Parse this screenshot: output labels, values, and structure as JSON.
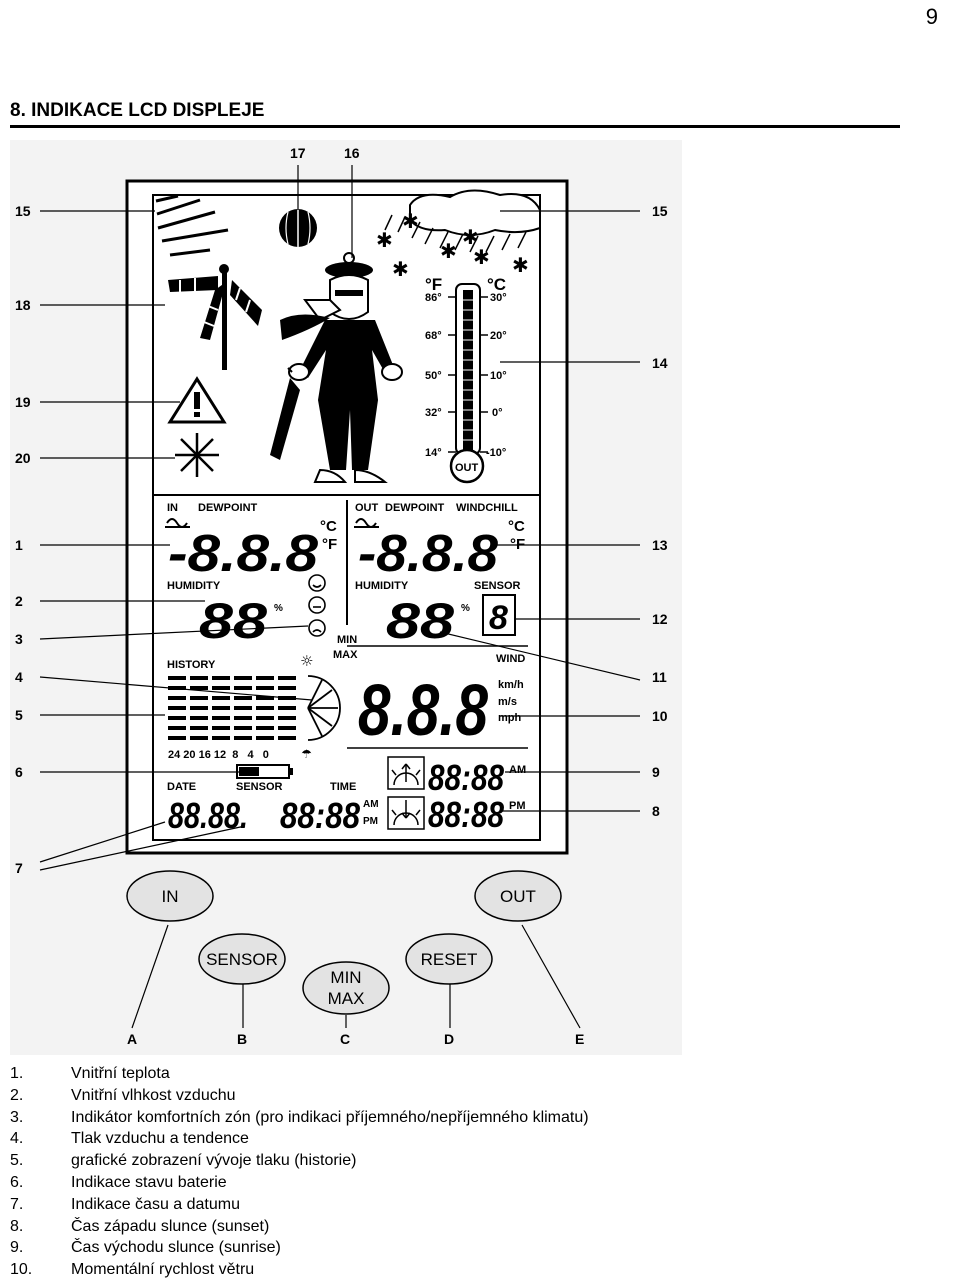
{
  "page_number": "9",
  "heading": "8. INDIKACE LCD DISPLEJE",
  "callouts": {
    "c1": "1",
    "c2": "2",
    "c3": "3",
    "c4": "4",
    "c5": "5",
    "c6": "6",
    "c7": "7",
    "c8": "8",
    "c9": "9",
    "c10": "10",
    "c11": "11",
    "c12": "12",
    "c13": "13",
    "c14": "14",
    "c15a": "15",
    "c15b": "15",
    "c16": "16",
    "c17": "17",
    "c18": "18",
    "c19": "19",
    "c20": "20",
    "cA": "A",
    "cB": "B",
    "cC": "C",
    "cD": "D",
    "cE": "E"
  },
  "lcd": {
    "thermo_f": "°F",
    "thermo_c": "°C",
    "f86": "86°",
    "f68": "68°",
    "f50": "50°",
    "f32": "32°",
    "f14": "14°",
    "c30": "30°",
    "c20": "20°",
    "c10": "10°",
    "c0": "0°",
    "cm10": "-10°",
    "thermo_out": "OUT",
    "in_label": "IN",
    "dewpoint": "DEWPOINT",
    "out_label": "OUT",
    "out_dewpoint": "DEWPOINT",
    "windchill": "WINDCHILL",
    "indoor_temp": "-8.8.8",
    "outdoor_temp": "-8.8.8",
    "unit_c": "°C",
    "unit_f": "°F",
    "unit_c2": "°C",
    "unit_f2": "°F",
    "humidity": "HUMIDITY",
    "humidity2": "HUMIDITY",
    "sensor_label": "SENSOR",
    "indoor_hum": "88",
    "outdoor_hum": "88",
    "pct": "%",
    "pct2": "%",
    "sensor_digit": "8",
    "min": "MIN",
    "max": "MAX",
    "history": "HISTORY",
    "wind": "WIND",
    "wind_speed": "8.8.8",
    "kmh": "km/h",
    "ms": "m/s",
    "mph": "mph",
    "hist_axis": "24 20 16 12  8   4   0",
    "date": "DATE",
    "sensor2": "SENSOR",
    "time": "TIME",
    "date_val": "88.88.",
    "time_val": "88:88",
    "am": "AM",
    "pm": "PM",
    "sunrise_val": "88:88",
    "sunset_val": "88:88",
    "am2": "AM",
    "pm2": "PM"
  },
  "buttons": {
    "in": "IN",
    "sensor": "SENSOR",
    "min": "MIN",
    "max": "MAX",
    "reset": "RESET",
    "out": "OUT"
  },
  "legend": [
    {
      "num": "1.",
      "text": "Vnitřní teplota"
    },
    {
      "num": "2.",
      "text": "Vnitřní vlhkost vzduchu"
    },
    {
      "num": "3.",
      "text": "Indikátor komfortních zón (pro indikaci příjemného/nepříjemného klimatu)"
    },
    {
      "num": "4.",
      "text": "Tlak vzduchu a tendence"
    },
    {
      "num": "5.",
      "text": "grafické zobrazení vývoje tlaku (historie)"
    },
    {
      "num": "6.",
      "text": "Indikace stavu baterie"
    },
    {
      "num": "7.",
      "text": "Indikace času a datumu"
    },
    {
      "num": "8.",
      "text": "Čas západu slunce (sunset)"
    },
    {
      "num": "9.",
      "text": "Čas východu slunce  (sunrise)"
    },
    {
      "num": "10.",
      "text": "Momentální rychlost větru"
    }
  ]
}
